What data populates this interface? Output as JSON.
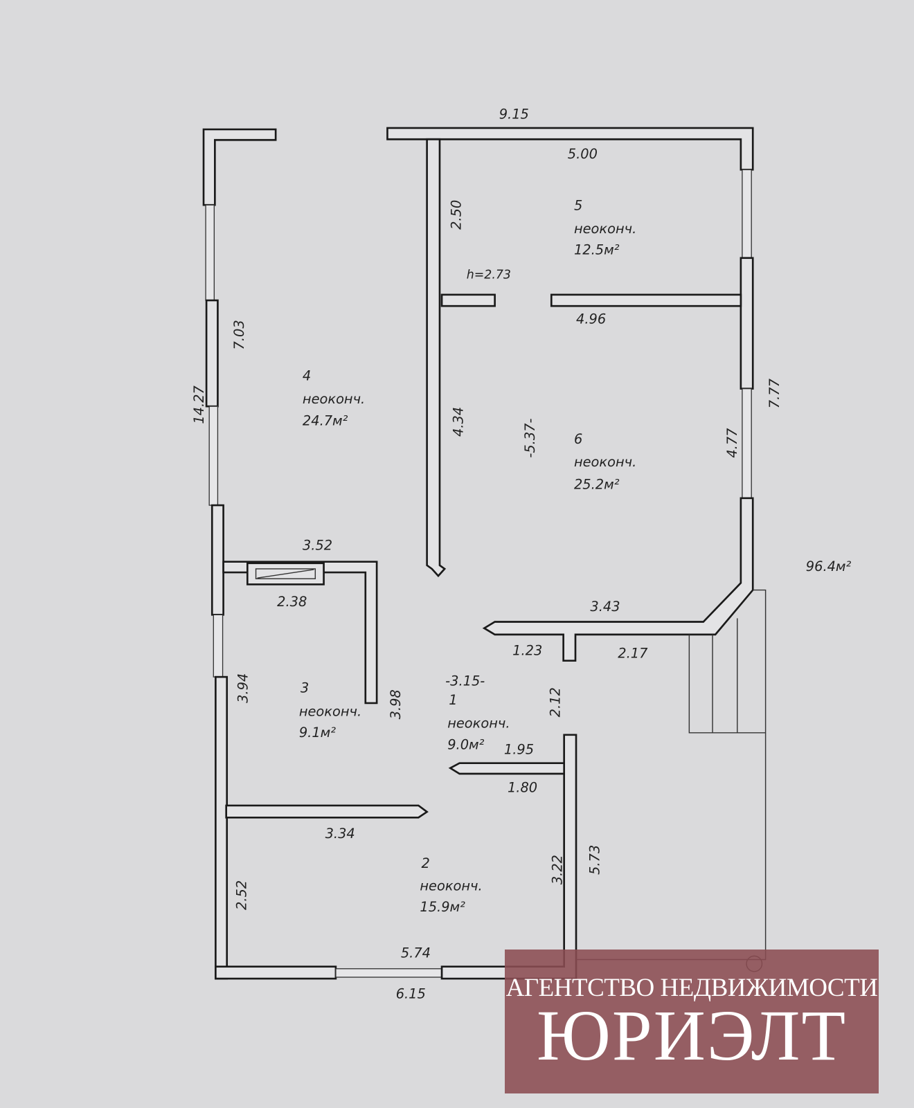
{
  "plan": {
    "total_area": "96.4м²",
    "ceiling_height": "h=2.73",
    "rooms": [
      {
        "number": "1",
        "status": "неоконч.",
        "area": "9.0м²"
      },
      {
        "number": "2",
        "status": "неоконч.",
        "area": "15.9м²"
      },
      {
        "number": "3",
        "status": "неоконч.",
        "area": "9.1м²"
      },
      {
        "number": "4",
        "status": "неоконч.",
        "area": "24.7м²"
      },
      {
        "number": "5",
        "status": "неоконч.",
        "area": "12.5м²"
      },
      {
        "number": "6",
        "status": "неоконч.",
        "area": "25.2м²"
      }
    ],
    "dimensions": {
      "top_outer": "9.15",
      "room5_width": "5.00",
      "room5_depth": "2.50",
      "room6_top": "4.96",
      "left_upper": "7.03",
      "left_total": "14.27",
      "corridor_wall": "4.34",
      "center_length": "-5.37-",
      "right_inner": "4.77",
      "right_outer": "7.77",
      "room3_top": "3.52",
      "fireplace": "2.38",
      "room6_bottom": "3.43",
      "stub": "1.23",
      "room1_right_top": "2.17",
      "room1_side": "2.12",
      "room1_width": "-3.15-",
      "room3_left": "3.94",
      "room3_right": "3.98",
      "wall_1_95": "1.95",
      "wall_1_80": "1.80",
      "room2_top": "3.34",
      "room2_right_inner": "3.22",
      "room2_right_outer": "5.73",
      "room2_left": "2.52",
      "bottom_inner": "5.74",
      "bottom_outer": "6.15"
    }
  },
  "watermark": {
    "line1": "АГЕНТСТВО НЕДВИЖИМОСТИ",
    "line2": "ЮРИЭЛТ"
  }
}
